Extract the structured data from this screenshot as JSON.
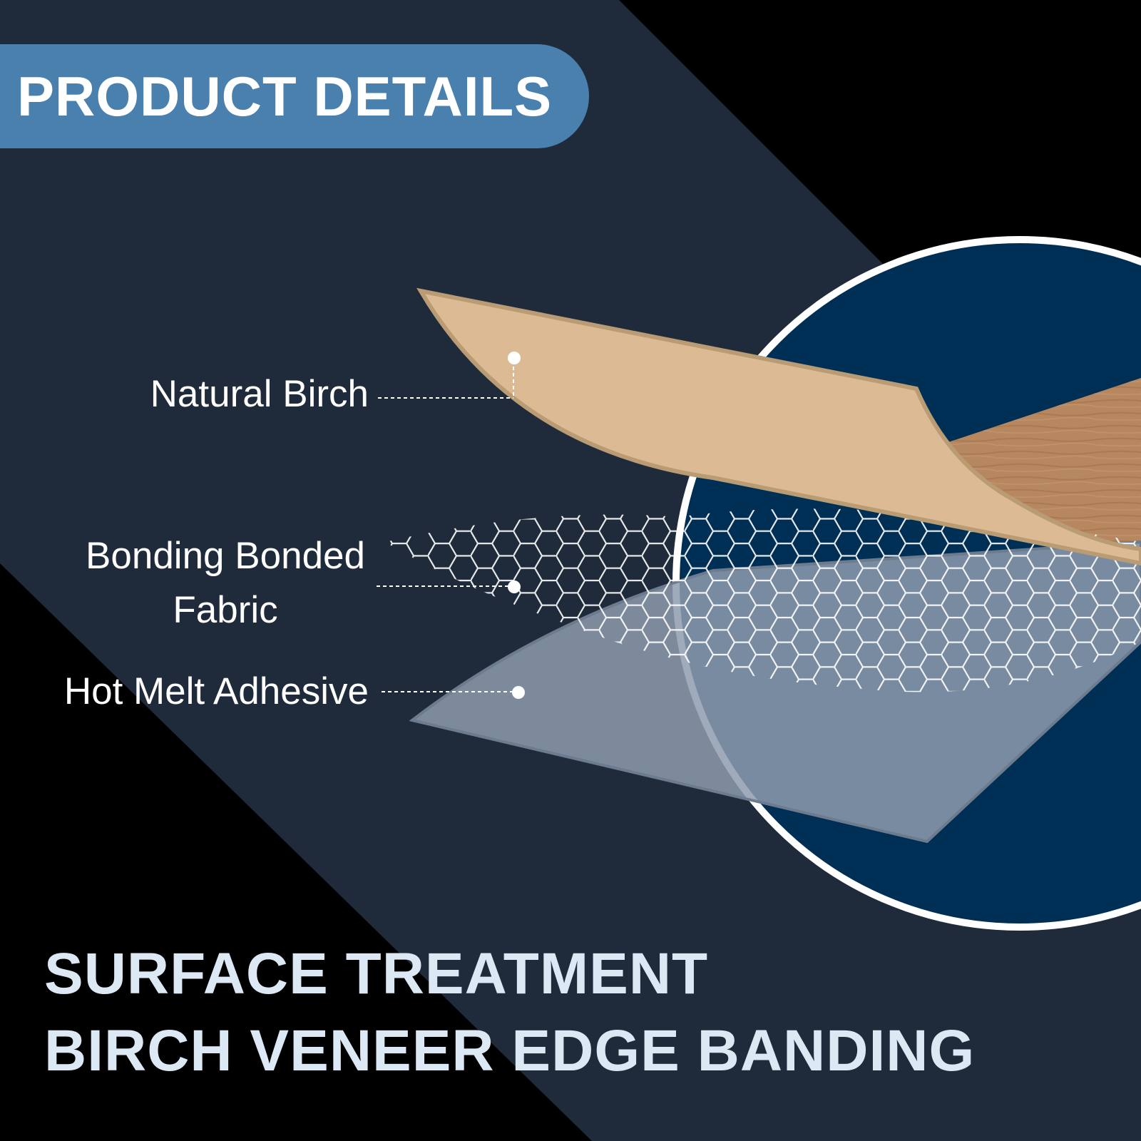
{
  "header": {
    "title": "PRODUCT DETAILS"
  },
  "callouts": {
    "natural_birch": "Natural Birch",
    "bonding_fabric_line1": "Bonding Bonded",
    "bonding_fabric_line2": "Fabric",
    "hot_melt_adhesive": "Hot Melt Adhesive"
  },
  "headline": {
    "line1": "SURFACE TREATMENT",
    "line2": "BIRCH VENEER EDGE BANDING"
  },
  "colors": {
    "background": "#000000",
    "diagonal_band": "#1f2b3a",
    "header_pill": "#4a80ae",
    "zoom_circle": "#002f55",
    "circle_outline": "#ffffff",
    "veneer": "#dcba94",
    "veneer_edge": "#b99b74",
    "wood_texture": "#b78860",
    "adhesive_sheet": "#8e9bae",
    "headline_text": "#dce9f4"
  }
}
